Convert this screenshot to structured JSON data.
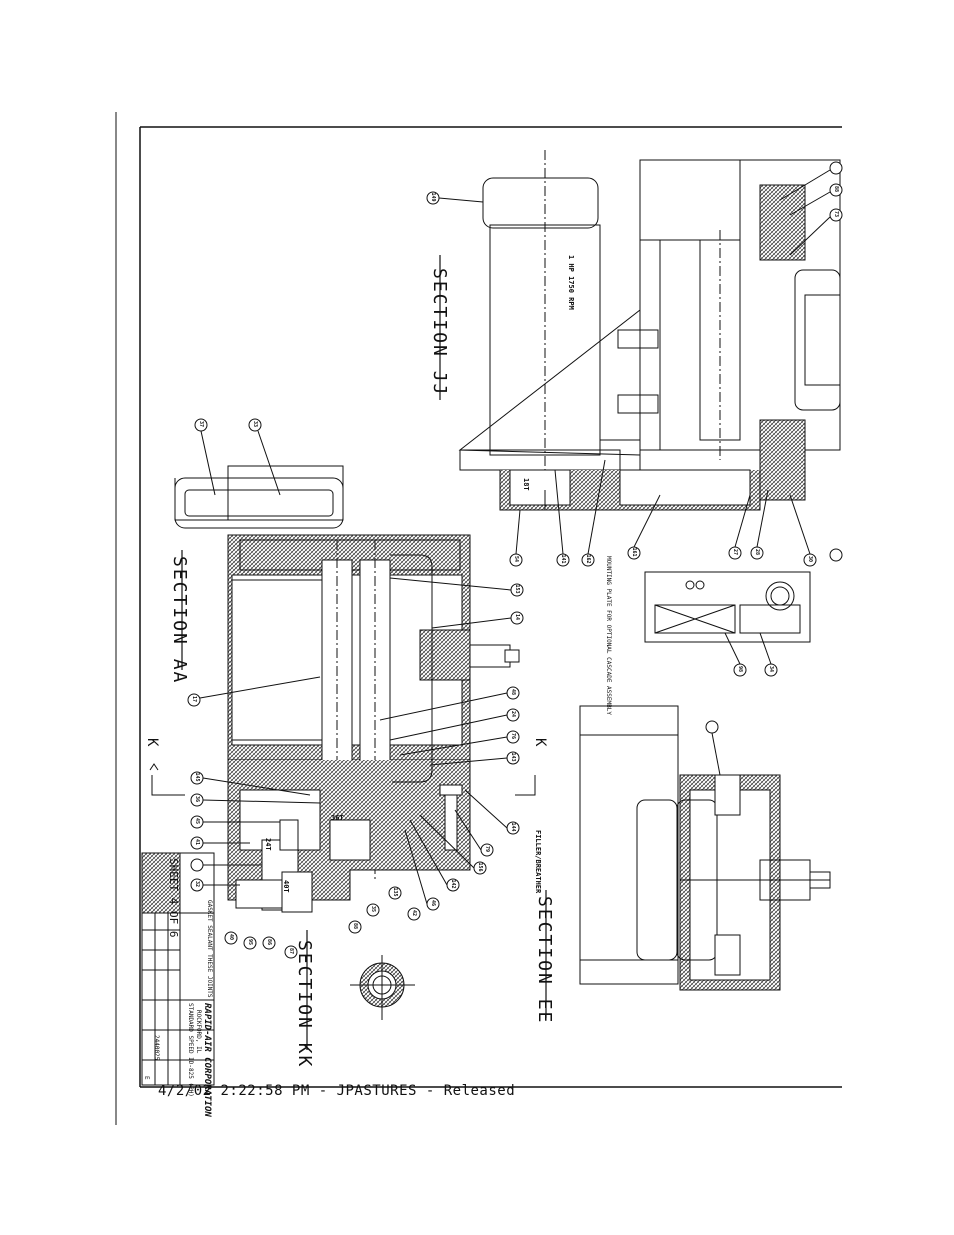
{
  "document": {
    "footer_stamp": "4/2/02 2:22:58 PM -  JPASTURES - Released",
    "sections": {
      "aa": "SECTION AA",
      "jj": "SECTION JJ",
      "kk": "SECTION KK",
      "ee": "SECTION EE"
    },
    "section_markers": {
      "k_left": "K",
      "k_right": "K"
    },
    "motor_label": "1 HP 1750 RPM",
    "notes": {
      "filler_breather": "FILLER/BREATHER",
      "mounting_plate": "MOUNTING PLATE FOR OPTIONAL CASCADE ASSEMBLY",
      "gasket_sealant": "GASKET SEALANT THESE JOINTS"
    },
    "gear_teeth": {
      "g24": "24T",
      "g36": "36T",
      "g40": "40T",
      "g18": "18T"
    },
    "title_block": {
      "company": "RAPID-AIR CORPORATION",
      "line2": "ROCKFORD, IL",
      "line3": "STANDARD SPEED ID-825 (PH)",
      "drawing_no": "2440025",
      "sheet": "SHEET 4 OF 6",
      "rev": "E"
    },
    "callouts": [
      "149",
      "37",
      "33",
      "17",
      "153",
      "14",
      "48",
      "24",
      "76",
      "143",
      "144",
      "79",
      "156",
      "142",
      "46",
      "135",
      "42",
      "35",
      "88",
      "87",
      "86",
      "40",
      "32",
      "95",
      "41",
      "45",
      "145",
      "36",
      "34",
      "98",
      "54",
      "141",
      "162",
      "161",
      "27",
      "28",
      "30",
      "88",
      "73"
    ]
  }
}
